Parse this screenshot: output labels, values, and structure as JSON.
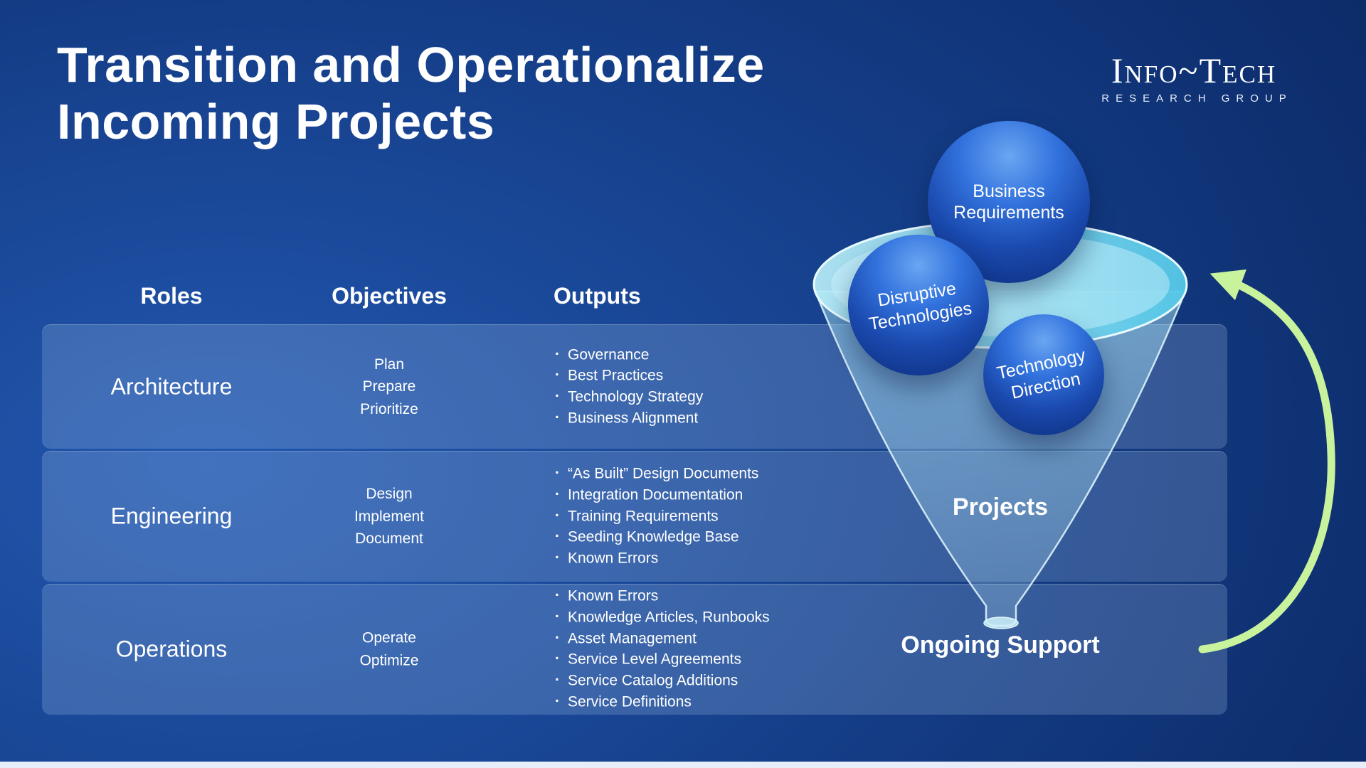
{
  "slide": {
    "title_line1": "Transition and Operationalize",
    "title_line2": "Incoming Projects"
  },
  "logo": {
    "name": "Info~Tech",
    "subtitle": "RESEARCH GROUP"
  },
  "table": {
    "headers": {
      "roles": "Roles",
      "objectives": "Objectives",
      "outputs": "Outputs"
    },
    "rows": [
      {
        "role": "Architecture",
        "objectives": [
          "Plan",
          "Prepare",
          "Prioritize"
        ],
        "outputs": [
          "Governance",
          "Best Practices",
          "Technology Strategy",
          "Business Alignment"
        ]
      },
      {
        "role": "Engineering",
        "objectives": [
          "Design",
          "Implement",
          "Document"
        ],
        "outputs": [
          "“As Built” Design Documents",
          "Integration Documentation",
          "Training Requirements",
          "Seeding Knowledge Base",
          "Known Errors"
        ]
      },
      {
        "role": "Operations",
        "objectives": [
          "Operate",
          "Optimize"
        ],
        "outputs": [
          "Known Errors",
          "Knowledge Articles, Runbooks",
          "Asset Management",
          "Service Level Agreements",
          "Service Catalog Additions",
          "Service Definitions"
        ]
      }
    ]
  },
  "funnel": {
    "spheres": [
      {
        "label": "Business Requirements"
      },
      {
        "label": "Disruptive Technologies"
      },
      {
        "label": "Technology Direction"
      }
    ],
    "projects_label": "Projects",
    "ongoing_support_label": "Ongoing Support"
  },
  "colors": {
    "accent_green": "#c9f29d",
    "funnel_cyan": "#7fd8ef",
    "sphere_blue": "#1d55c0",
    "background_blue": "#16408c",
    "text_white": "#ffffff"
  }
}
